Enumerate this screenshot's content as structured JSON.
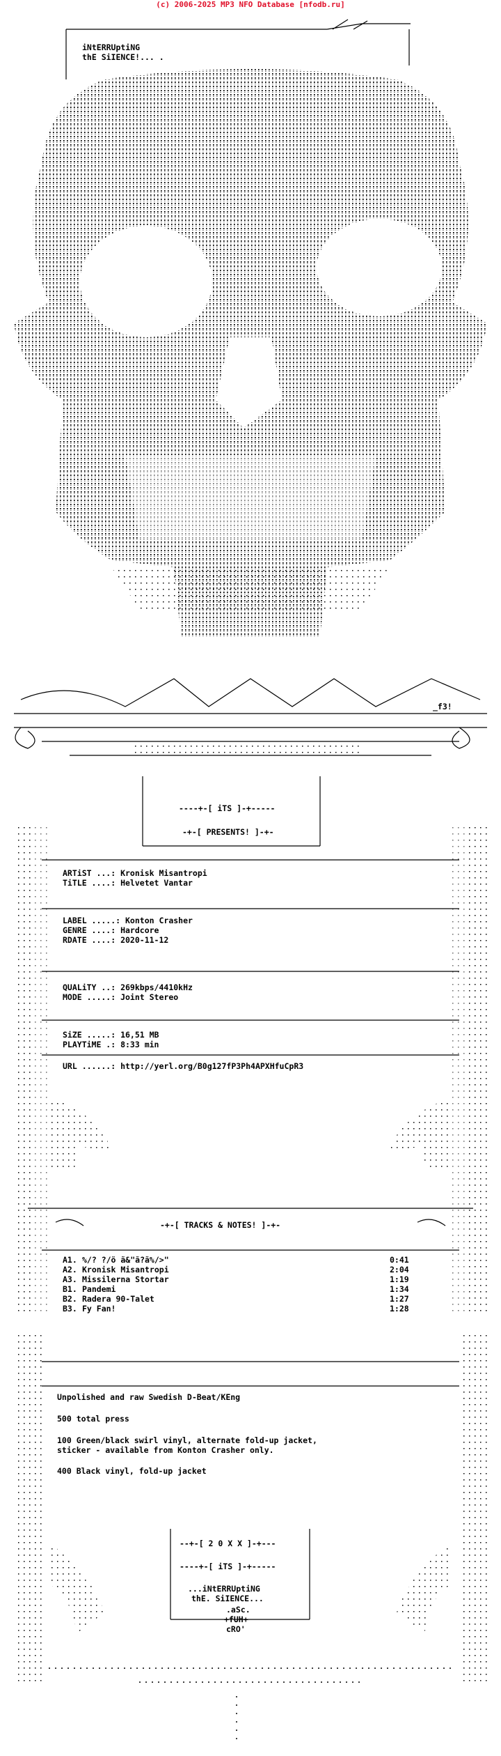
{
  "header": {
    "title": "(c) 2006-2025 MP3 NFO Database [nfodb.ru]"
  },
  "logo": {
    "line1": "iNtERRUptiNG",
    "line2": "thE SiIENCE!... ."
  },
  "presents": {
    "its": "----+-[ iTS ]-+-----",
    "presents": "-+-[ PRESENTS! ]-+-"
  },
  "info": {
    "artist": "ARTiST ...: Kronisk Misantropi",
    "title": "TiTLE ....: Helvetet Vantar",
    "label": "LABEL .....: Konton Crasher",
    "genre": "GENRE ....: Hardcore",
    "rdate": "RDATE ....: 2020-11-12",
    "quality": "QUALiTY ..: 269kbps/4410kHz",
    "mode": "MODE .....: Joint Stereo",
    "size": "SiZE .....: 16,51 MB",
    "playtime": "PLAYTiME .: 8:33  min",
    "url": "URL ......: http://yerl.org/B0g127fP3Ph4APXHfuCpR3"
  },
  "tracks_banner": "-+-[ TRACKS & NOTES! ]-+-",
  "tracks": [
    {
      "no": "A1.",
      "title": "%/? ?/ö ã&\"ã?ã%/>\"",
      "time": "0:41"
    },
    {
      "no": "A2.",
      "title": "Kronisk Misantropi",
      "time": "2:04"
    },
    {
      "no": "A3.",
      "title": "Missilerna Stortar",
      "time": "1:19"
    },
    {
      "no": "B1.",
      "title": "Pandemi",
      "time": "1:34"
    },
    {
      "no": "B2.",
      "title": "Radera 90-Talet",
      "time": "1:27"
    },
    {
      "no": "B3.",
      "title": "Fy Fan!",
      "time": "1:28"
    }
  ],
  "notes": [
    "Unpolished and raw Swedish D-Beat/KEng",
    "500 total press",
    "100 Green/black swirl vinyl, alternate fold-up jacket,",
    "sticker - available from Konton Crasher only.",
    "400 Black vinyl, fold-up jacket"
  ],
  "footer": {
    "year": "--+-[ 2 0 X X ]-+---",
    "its": "----+-[ iTS ]-+-----",
    "name1": "...iNtERRUptiNG",
    "name2": "thE. SiIENCE...",
    "credit1": ".aSc.",
    "credit2": "+fUH+",
    "credit3": "cRO'"
  },
  "tag": "_f3!"
}
